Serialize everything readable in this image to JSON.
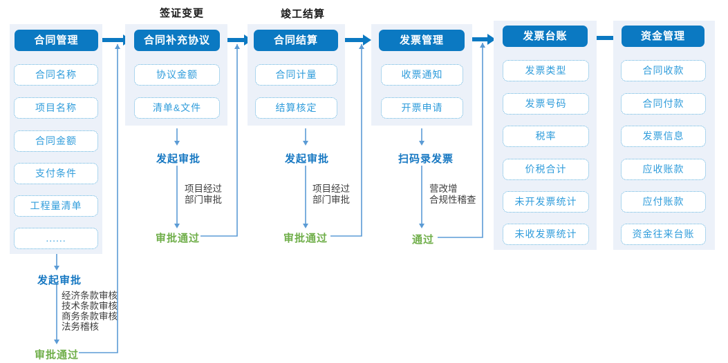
{
  "diagram": {
    "columns": [
      {
        "title": "合同管理",
        "items": [
          "合同名称",
          "项目名称",
          "合同金额",
          "支付条件",
          "工程量清单",
          "......"
        ],
        "action": "发起审批",
        "notes": [
          "经济条款审核",
          "技术条款审核",
          "商务条款审核",
          "法务稽核"
        ],
        "result": "审批通过"
      },
      {
        "stage_label": "签证变更",
        "title": "合同补充协议",
        "items": [
          "协议金额",
          "清单&文件"
        ],
        "action": "发起审批",
        "notes": [
          "项目经过",
          "部门审批"
        ],
        "result": "审批通过"
      },
      {
        "stage_label": "竣工结算",
        "title": "合同结算",
        "items": [
          "合同计量",
          "结算核定"
        ],
        "action": "发起审批",
        "notes": [
          "项目经过",
          "部门审批"
        ],
        "result": "审批通过"
      },
      {
        "title": "发票管理",
        "items": [
          "收票通知",
          "开票申请"
        ],
        "action": "扫码录发票",
        "notes": [
          "营改增",
          "合规性稽查"
        ],
        "result": "通过"
      },
      {
        "title": "发票台账",
        "items": [
          "发票类型",
          "发票号码",
          "税率",
          "价税合计",
          "未开发票统计",
          "未收发票统计"
        ]
      },
      {
        "title": "资金管理",
        "items": [
          "合同收款",
          "合同付款",
          "发票信息",
          "应收账款",
          "应付账款",
          "资金往来台账"
        ]
      }
    ],
    "colors": {
      "header_bg": "#0b79c2",
      "panel_bg": "#ecf1f9",
      "item_text": "#2f9cdb",
      "item_border": "#5aaede",
      "thin_line": "#5b9bd5",
      "action_text": "#1778c2",
      "result_text": "#6fae49",
      "stage_label_text": "#1a1a1a"
    }
  }
}
